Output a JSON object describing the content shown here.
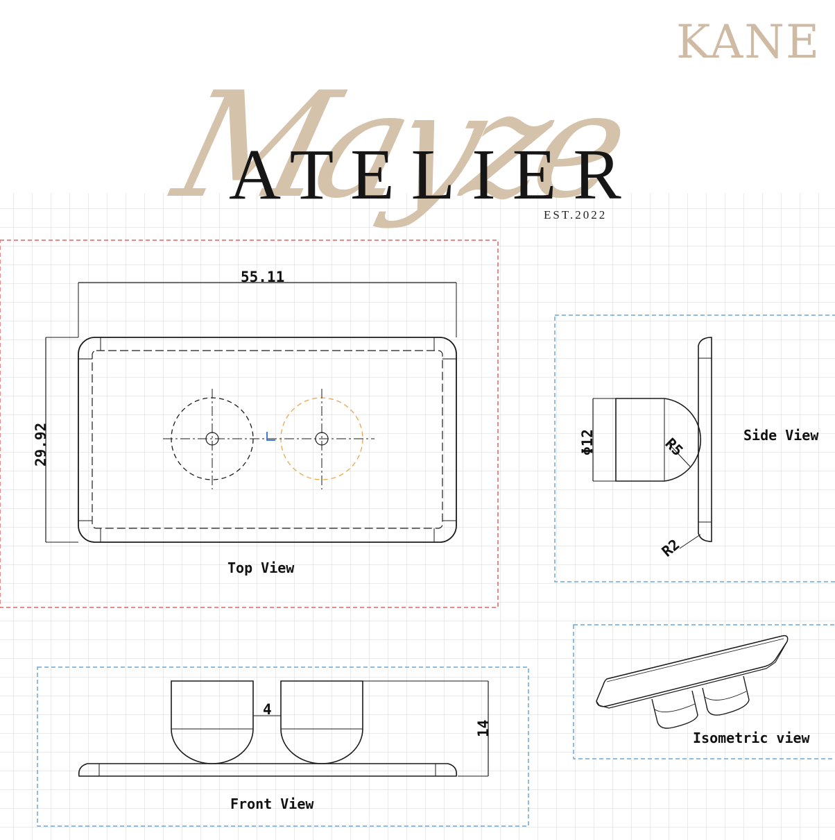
{
  "branding": {
    "brand_logo": "KANE",
    "script_name": "Mayze",
    "studio_name": "ATELIER",
    "established": "EST.2022"
  },
  "colors": {
    "grid": "#d7d7d7",
    "top_view_frame": "#e06464",
    "view_frame": "#6aa7d8",
    "line": "#1a1a1a",
    "logo_beige": "#cfbba4",
    "highlight_circle": "#e8a650",
    "axis_mark": "#2f6fd0"
  },
  "top_view": {
    "title": "Top View",
    "width_dimension": "55.11",
    "height_dimension": "29.92"
  },
  "side_view": {
    "title": "Side View",
    "diameter_dimension": "Φ12",
    "radius_dimension_1": "R5",
    "radius_dimension_2": "R2"
  },
  "front_view": {
    "title": "Front View",
    "gap_dimension": "4",
    "height_dimension": "14"
  },
  "isometric_view": {
    "title": "Isometric view"
  }
}
